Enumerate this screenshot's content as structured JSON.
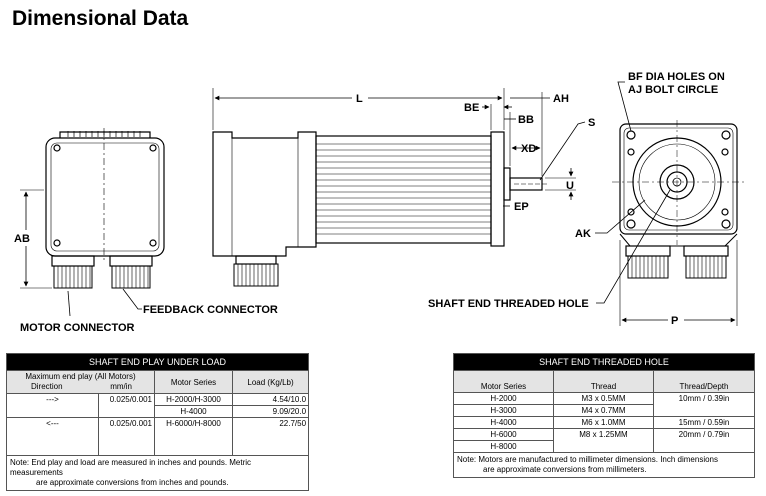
{
  "title": "Dimensional Data",
  "drawing_labels": {
    "bf_line1": "BF DIA HOLES ON",
    "bf_line2": "AJ BOLT CIRCLE",
    "L": "L",
    "BE": "BE",
    "AH": "AH",
    "BB": "BB",
    "S": "S",
    "XD": "XD",
    "U": "U",
    "EP": "EP",
    "AB": "AB",
    "AK": "AK",
    "P": "P",
    "feedback": "FEEDBACK CONNECTOR",
    "motor": "MOTOR CONNECTOR",
    "shaft_hole": "SHAFT END THREADED HOLE"
  },
  "end_play_table": {
    "caption": "SHAFT END PLAY UNDER LOAD",
    "header": {
      "direction_line1": "Maximum end play (All Motors)",
      "direction_line2": "Direction",
      "mm_in": "mm/in",
      "series": "Motor Series",
      "load": "Load (Kg/Lb)"
    },
    "rows": [
      {
        "direction": "--->",
        "play": "0.025/0.001",
        "series": "H-2000/H-3000",
        "load": "4.54/10.0"
      },
      {
        "direction": "",
        "play": "",
        "series": "H-4000",
        "load": "9.09/20.0"
      },
      {
        "direction": "<---",
        "play": "0.025/0.001",
        "series": "H-6000/H-8000",
        "load": "22.7/50"
      }
    ],
    "note_line1": "Note: End play and load are measured in inches and pounds. Metric measurements",
    "note_line2": "are approximate conversions from inches and pounds."
  },
  "threaded_table": {
    "caption": "SHAFT END THREADED HOLE",
    "header": {
      "series": "Motor Series",
      "thread": "Thread",
      "depth": "Thread/Depth"
    },
    "series": [
      "H-2000",
      "H-3000",
      "H-4000",
      "H-6000",
      "H-8000"
    ],
    "threads": [
      "M3 x 0.5MM",
      "M4 x 0.7MM",
      "M6 x 1.0MM",
      "M8 x 1.25MM"
    ],
    "depths": [
      "10mm / 0.39in",
      "15mm / 0.59in",
      "20mm / 0.79in"
    ],
    "note_line1": "Note: Motors are manufactured to millimeter dimensions. Inch dimensions",
    "note_line2": "are approximate conversions from millimeters."
  }
}
